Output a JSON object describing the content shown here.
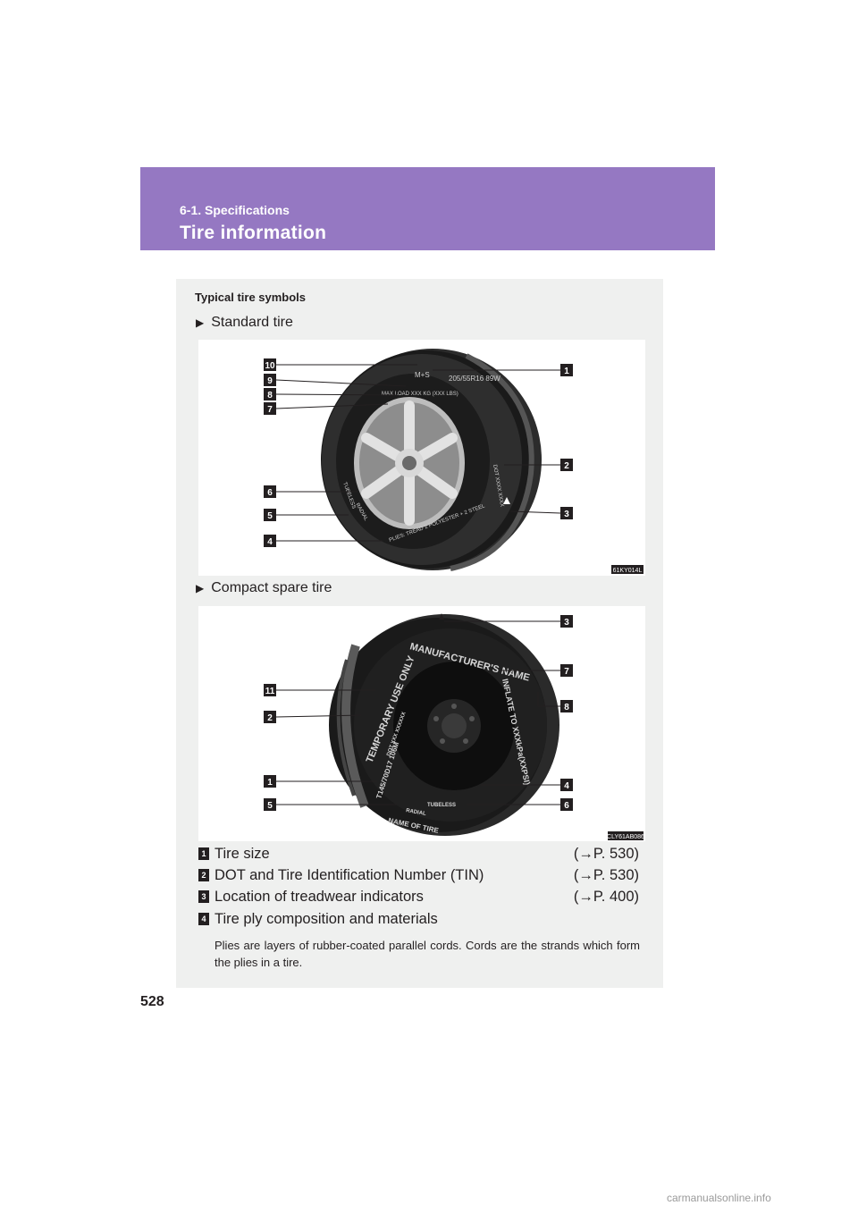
{
  "header": {
    "section": "6-1. Specifications",
    "title": "Tire information"
  },
  "panel": {
    "heading": "Typical tire symbols",
    "standard_label": "Standard tire",
    "spare_label": "Compact spare tire",
    "standard_figure": {
      "code": "61KY014L",
      "left_markers": [
        "10",
        "9",
        "8",
        "7",
        "6",
        "5",
        "4"
      ],
      "right_markers": [
        "1",
        "2",
        "3"
      ],
      "tire_texts": [
        "M+S",
        "205/55R16 89W",
        "MAX LOAD XXX KG (XXX LBS)",
        "DOT XXXX XXXX",
        "RADIAL",
        "TUBELESS",
        "PLIES: TREAD 2 POLYESTER + 2 STEEL"
      ]
    },
    "spare_figure": {
      "code": "CLY61AB086",
      "left_markers": [
        "11",
        "2",
        "1",
        "5"
      ],
      "right_markers": [
        "3",
        "7",
        "8",
        "4",
        "6"
      ],
      "tire_texts": [
        "MANUFACTURER'S NAME",
        "TEMPORARY USE ONLY",
        "INFLATE TO XXXkPa(XXPSI)",
        "T145/70D17 106M",
        "DOT XXX XXXXXX",
        "TUBELESS",
        "RADIAL",
        "NAME OF TIRE"
      ]
    },
    "items": [
      {
        "num": "1",
        "label": "Tire size",
        "ref": "(→P. 530)"
      },
      {
        "num": "2",
        "label": "DOT and Tire Identification Number (TIN)",
        "ref": "(→P. 530)"
      },
      {
        "num": "3",
        "label": "Location of treadwear indicators",
        "ref": "(→P. 400)"
      },
      {
        "num": "4",
        "label": "Tire ply composition and materials",
        "ref": ""
      }
    ],
    "item4_desc": "Plies are layers of rubber-coated parallel cords. Cords are the strands which form the plies in a tire."
  },
  "page_number": "528",
  "watermark": "carmanualsonline.info"
}
